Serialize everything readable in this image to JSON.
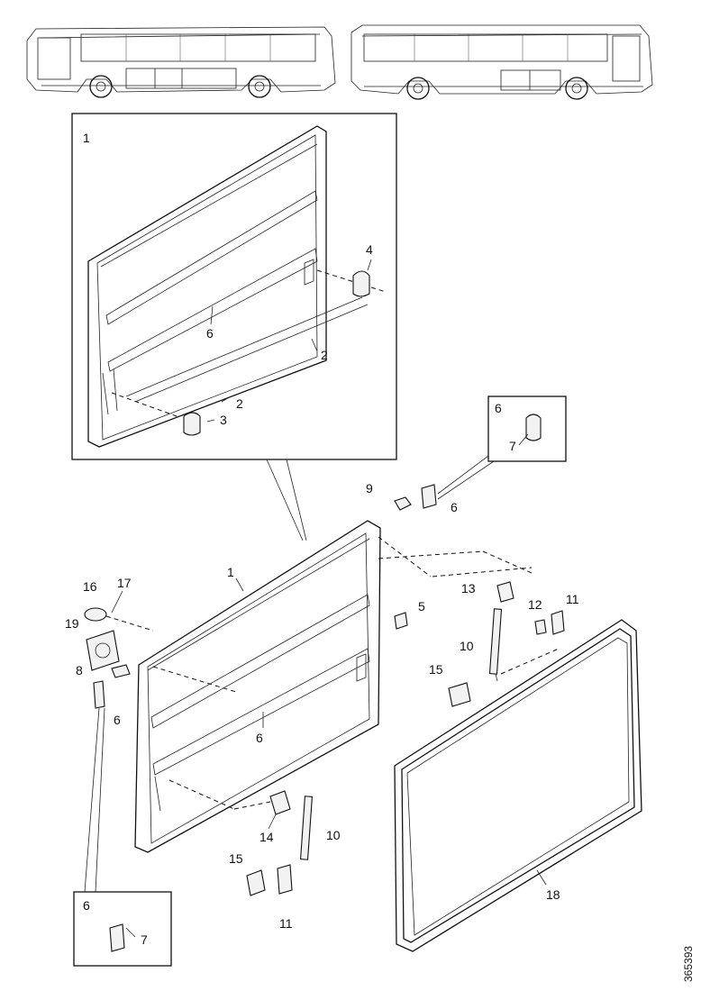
{
  "reference_number": "365393",
  "detail_boxes": {
    "top": {
      "label": "1"
    },
    "right": {
      "label_a": "6",
      "label_b": "7"
    },
    "bottom_left": {
      "label_a": "6",
      "label_b": "7"
    }
  },
  "callouts": {
    "c1": "1",
    "c2a": "2",
    "c2b": "2",
    "c3": "3",
    "c4": "4",
    "c5": "5",
    "c6a": "6",
    "c6b": "6",
    "c6c": "6",
    "c8": "8",
    "c9": "9",
    "c10a": "10",
    "c10b": "10",
    "c11a": "11",
    "c11b": "11",
    "c12": "12",
    "c13": "13",
    "c14": "14",
    "c15a": "15",
    "c15b": "15",
    "c16": "16",
    "c17": "17",
    "c18": "18",
    "c19": "19"
  }
}
